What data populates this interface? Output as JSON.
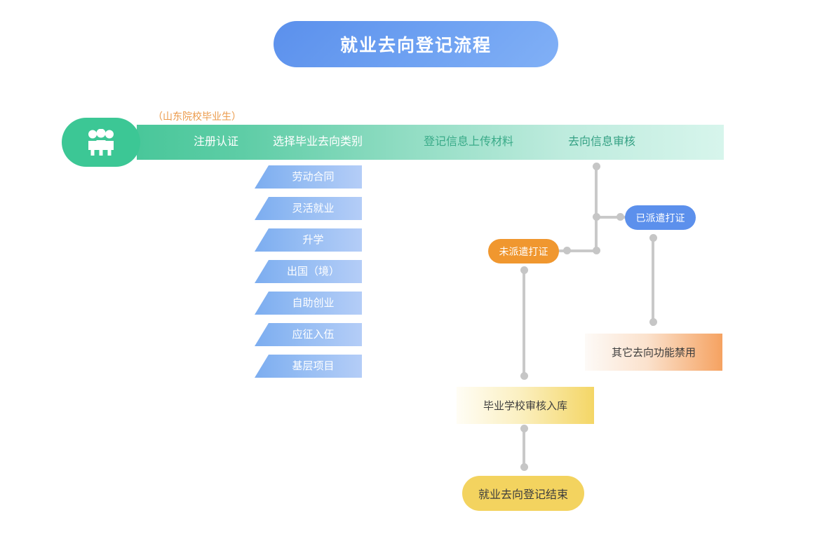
{
  "title": {
    "text": "就业去向登记流程"
  },
  "banner": {
    "note": "（山东院校毕业生）",
    "icon": "people-group-icon",
    "steps": [
      {
        "label": "注册认证"
      },
      {
        "label": "选择毕业去向类别"
      },
      {
        "label": "登记信息上传材料"
      },
      {
        "label": "去向信息审核"
      }
    ]
  },
  "categories": [
    {
      "label": "劳动合同"
    },
    {
      "label": "灵活就业"
    },
    {
      "label": "升学"
    },
    {
      "label": "出国（境）"
    },
    {
      "label": "自助创业"
    },
    {
      "label": "应征入伍"
    },
    {
      "label": "基层项目"
    }
  ],
  "nodes": {
    "undispatched": "未派遣打证",
    "dispatched": "已派遣打证",
    "other_disabled": "其它去向功能禁用",
    "school_review": "毕业学校审核入库",
    "end": "就业去向登记结束"
  },
  "colors": {
    "title_pill": "#5b90ec",
    "banner_green": "#3cc795",
    "banner_note": "#eb9a4a",
    "category_blue": "#7cadf0",
    "orange_node": "#f0972f",
    "blue_node": "#5c90ec",
    "yellow_node": "#f3d35f",
    "connector_gray": "#c9c9c9",
    "background": "#ffffff"
  }
}
